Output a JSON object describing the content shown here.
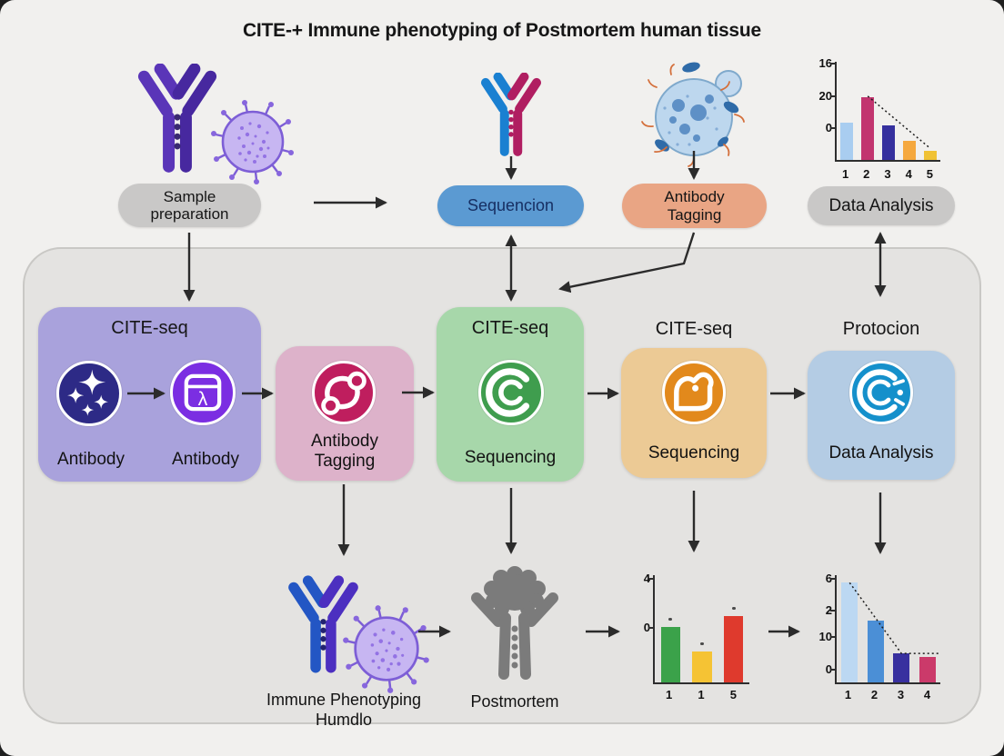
{
  "title": "CITE-+ Immune phenotyping of Postmortem human tissue",
  "top_row": {
    "sample_preparation": "Sample preparation",
    "sequencing": "Sequencion",
    "antibody_tagging": "Antibody Tagging",
    "data_analysis": "Data Analysis"
  },
  "workflow": {
    "cite_seq_1": {
      "title": "CITE-seq",
      "item1": "Antibody",
      "item2": "Antibody"
    },
    "antibody_tagging": {
      "label": "Antibody Tagging"
    },
    "cite_seq_2": {
      "title": "CITE-seq",
      "label": "Sequencing"
    },
    "cite_seq_3": {
      "title": "CITE-seq",
      "label": "Sequencing"
    },
    "protocion": {
      "title": "Protocion",
      "label": "Data Analysis"
    }
  },
  "bottom_row": {
    "immune_phenotyping": "Immune Phenotyping Humdlo",
    "postmortem": "Postmortem"
  },
  "icons": {
    "antibody_icon": "Y-shaped antibody glyph",
    "cell_icon": "spiky round cell",
    "tagged_cell_icon": "cell with antibody tags",
    "sparkle_badge_icon": "four-point sparkles",
    "package_badge_icon": "box with ribbon",
    "molecule_badge_icon": "linked molecule",
    "sequencing_c_badge_icon": "double C ring",
    "blob_chart_badge_icon": "area blob with node",
    "data_analysis_badge_icon": "C gauge with marks",
    "postmortem_figure_icon": "gray figure with bumpy head",
    "arrow": "→"
  },
  "colors": {
    "background": "#f1f0ee",
    "container": "#e4e3e1",
    "purple_box": "#a9a2dc",
    "pink_box": "#ddb2ca",
    "green_box": "#a7d7aa",
    "orange_box": "#ecca95",
    "blue_box": "#b4cce4",
    "pill_gray": "#c9c8c7",
    "pill_blue": "#5b9ad2",
    "pill_salmon": "#e9a584",
    "arrow": "#2b2b2b",
    "badge_navy": "#2d2a86",
    "badge_purple": "#7b2ee2",
    "badge_crimson": "#bf1e5e",
    "badge_green": "#3f9d4e",
    "badge_orange": "#e2891c",
    "badge_blue": "#1590cb"
  },
  "chart_data": [
    {
      "id": "top_right",
      "type": "bar",
      "title": "",
      "x": [
        "1",
        "2",
        "3",
        "4",
        "5"
      ],
      "values": [
        38,
        64,
        35,
        19,
        9
      ],
      "bar_colors": [
        "#a9cdf0",
        "#c2356f",
        "#35309e",
        "#f5a83e",
        "#f0c235"
      ],
      "yticks": [
        {
          "label": "16",
          "pos": 2
        },
        {
          "label": "20",
          "pos": 35
        },
        {
          "label": "0",
          "pos": 68
        }
      ],
      "trend_points": [
        [
          30,
          35
        ],
        [
          90,
          88
        ]
      ],
      "dots": false,
      "grid": false,
      "legend": false
    },
    {
      "id": "bottom_middle",
      "type": "bar",
      "title": "",
      "x": [
        "1",
        "1",
        "5"
      ],
      "values": [
        52,
        29,
        62
      ],
      "bar_colors": [
        "#3ba24a",
        "#f5c334",
        "#df3a2d"
      ],
      "yticks": [
        {
          "label": "4",
          "pos": 3
        },
        {
          "label": "0",
          "pos": 49
        }
      ],
      "dots": true,
      "grid": false,
      "legend": false
    },
    {
      "id": "bottom_right",
      "type": "bar",
      "title": "",
      "x": [
        "1",
        "2",
        "3",
        "4"
      ],
      "values": [
        93,
        58,
        27,
        24
      ],
      "bar_colors": [
        "#bcd8f2",
        "#4b8fd6",
        "#38309f",
        "#cb3a6a"
      ],
      "yticks": [
        {
          "label": "6",
          "pos": 3
        },
        {
          "label": "2",
          "pos": 33
        },
        {
          "label": "10",
          "pos": 58
        },
        {
          "label": "0",
          "pos": 88
        }
      ],
      "trend_points": [
        [
          12.5,
          7
        ],
        [
          62.5,
          73
        ],
        [
          100,
          73
        ]
      ],
      "dots": false,
      "grid": false,
      "legend": false
    }
  ]
}
